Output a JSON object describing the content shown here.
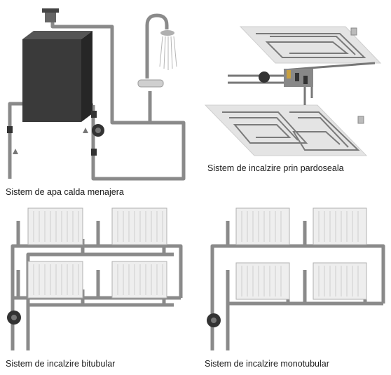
{
  "captions": {
    "hot_water": "Sistem de apa calda menajera",
    "floor": "Sistem de incalzire prin pardoseala",
    "bitubular": "Sistem de incalzire bitubular",
    "monotubular": "Sistem de incalzire monotubular"
  },
  "colors": {
    "pipe": "#8a8a8a",
    "pipe_dark": "#6e6e6e",
    "tank_front": "#3a3a3a",
    "tank_side": "#262626",
    "radiator": "#eeeeee",
    "floor_plate": "#e4e4e4"
  },
  "icons": [
    "tank",
    "shower-head",
    "pump",
    "valve",
    "radiator",
    "manifold",
    "thermostat",
    "flow-arrow"
  ]
}
